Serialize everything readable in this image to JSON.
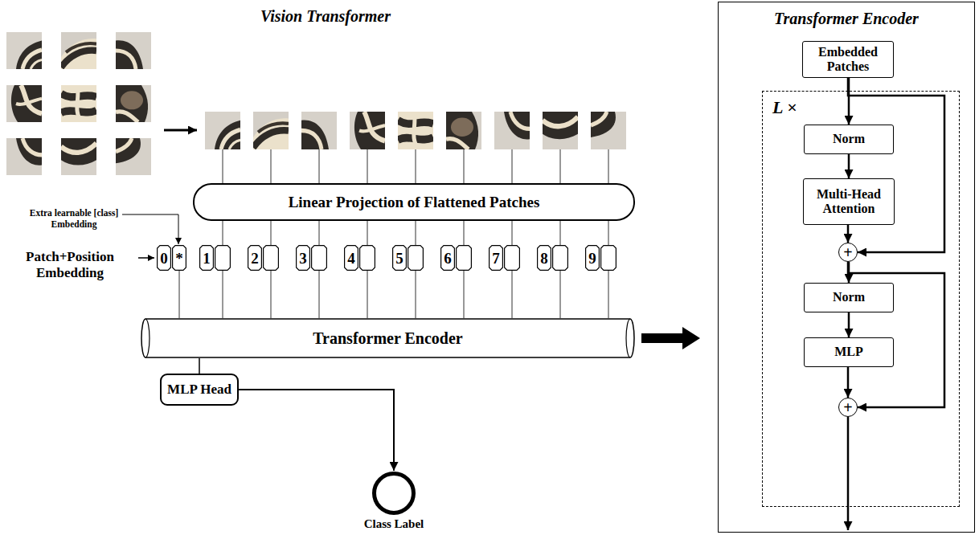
{
  "diagram": {
    "title": "Vision Transformer",
    "nodes": [
      {
        "text": [
          "Linear Projection of Flattened Patches"
        ]
      },
      {
        "text": [
          "0",
          "*"
        ]
      },
      {
        "text": [
          "1"
        ]
      },
      {
        "text": [
          "2"
        ]
      },
      {
        "text": [
          "3"
        ]
      },
      {
        "text": [
          "4"
        ]
      },
      {
        "text": [
          "5"
        ]
      },
      {
        "text": [
          "6"
        ]
      },
      {
        "text": [
          "7"
        ]
      },
      {
        "text": [
          "8"
        ]
      },
      {
        "text": [
          "9"
        ]
      },
      {
        "text": [
          "Transformer Encoder"
        ]
      },
      {
        "text": [
          "MLP Head"
        ]
      },
      {
        "text": [
          "Class Label"
        ]
      },
      {
        "text": [
          "Transformer Encoder"
        ]
      },
      {
        "text": [
          "Embedded Patches"
        ],
        "in": 14
      },
      {
        "text": [
          "L ×"
        ],
        "in": 14
      },
      {
        "text": [
          "Norm"
        ],
        "in": 16
      },
      {
        "text": [
          "Multi-Head Attention"
        ],
        "in": 16
      },
      {
        "text": [
          "+"
        ],
        "in": 16
      },
      {
        "text": [
          "Norm"
        ],
        "in": 16
      },
      {
        "text": [
          "MLP"
        ],
        "in": 16
      },
      {
        "text": [
          "+"
        ],
        "in": 16
      }
    ],
    "edges": [
      {
        "from": 0,
        "to": 2,
        "arrow": "none"
      },
      {
        "from": 0,
        "to": 3,
        "arrow": "none"
      },
      {
        "from": 0,
        "to": 4,
        "arrow": "none"
      },
      {
        "from": 0,
        "to": 5,
        "arrow": "none"
      },
      {
        "from": 0,
        "to": 6,
        "arrow": "none"
      },
      {
        "from": 0,
        "to": 7,
        "arrow": "none"
      },
      {
        "from": 0,
        "to": 8,
        "arrow": "none"
      },
      {
        "from": 0,
        "to": 9,
        "arrow": "none"
      },
      {
        "from": 0,
        "to": 10,
        "arrow": "none"
      },
      {
        "from": 1,
        "to": 11,
        "arrow": "none"
      },
      {
        "from": 2,
        "to": 11,
        "arrow": "none"
      },
      {
        "from": 3,
        "to": 11,
        "arrow": "none"
      },
      {
        "from": 4,
        "to": 11,
        "arrow": "none"
      },
      {
        "from": 5,
        "to": 11,
        "arrow": "none"
      },
      {
        "from": 6,
        "to": 11,
        "arrow": "none"
      },
      {
        "from": 7,
        "to": 11,
        "arrow": "none"
      },
      {
        "from": 8,
        "to": 11,
        "arrow": "none"
      },
      {
        "from": 9,
        "to": 11,
        "arrow": "none"
      },
      {
        "from": 10,
        "to": 11,
        "arrow": "none"
      },
      {
        "from": 11,
        "to": 12,
        "arrow": "none"
      },
      {
        "from": 12,
        "to": 13,
        "arrow": "to"
      },
      {
        "from": 11,
        "to": 14,
        "arrow": "to"
      },
      {
        "from": 15,
        "to": 17,
        "arrow": "to"
      },
      {
        "from": 17,
        "to": 18,
        "arrow": "to"
      },
      {
        "from": 18,
        "to": 19,
        "arrow": "to"
      },
      {
        "from": 15,
        "to": 19,
        "arrow": "to"
      },
      {
        "from": 19,
        "to": 20,
        "arrow": "to"
      },
      {
        "from": 20,
        "to": 21,
        "arrow": "to"
      },
      {
        "from": 21,
        "to": 22,
        "arrow": "to"
      },
      {
        "from": 19,
        "to": 22,
        "arrow": "to"
      }
    ],
    "labels": [
      "Extra learnable [class] Embedding",
      "Patch+Position Embedding"
    ]
  }
}
